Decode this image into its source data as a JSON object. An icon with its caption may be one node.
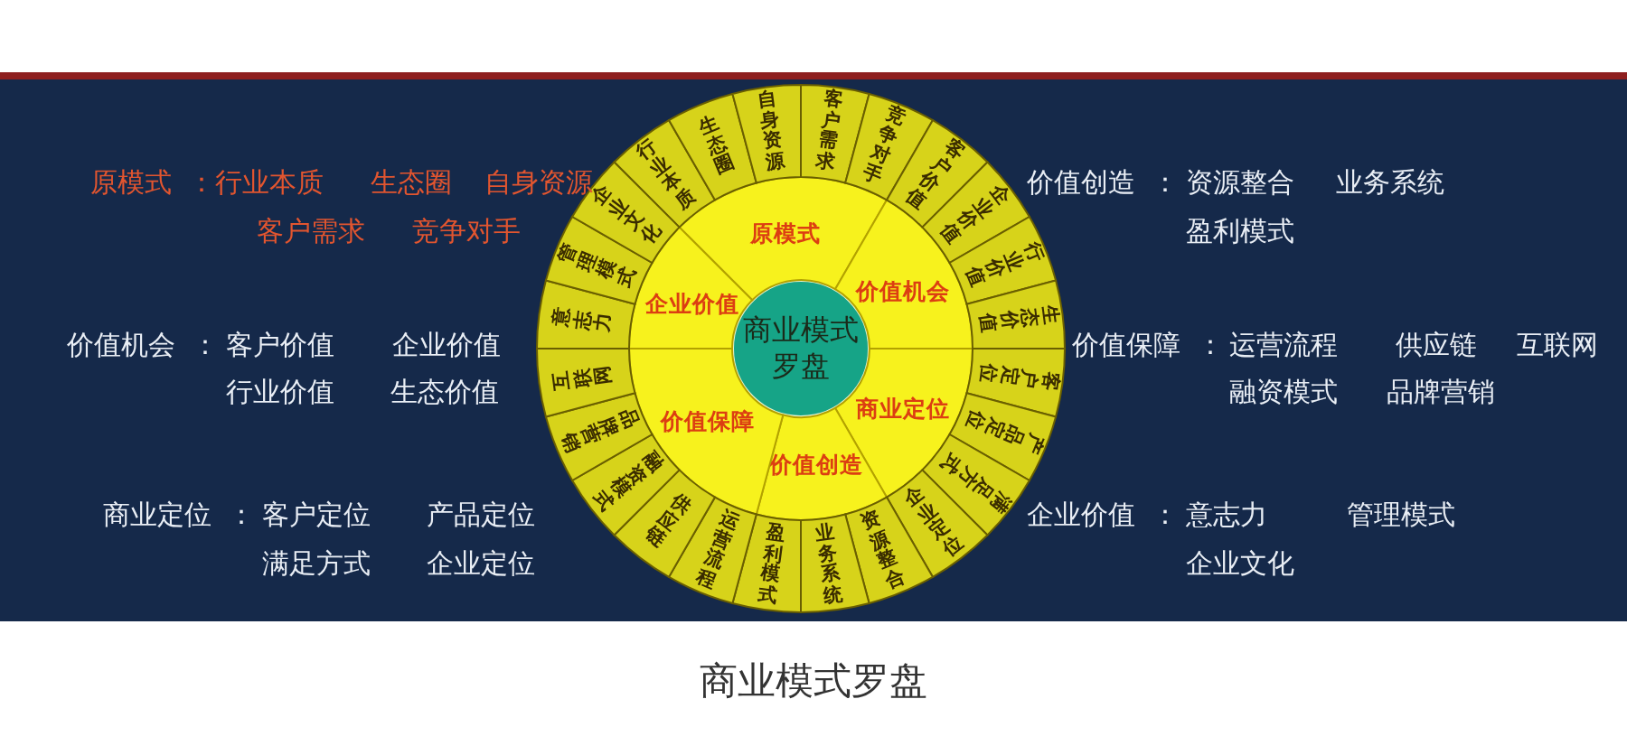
{
  "diagram": {
    "caption": "商业模式罗盘",
    "nodes": [
      {
        "text": [
          "商业模式罗盘"
        ]
      },
      {
        "text": [
          "原模式"
        ]
      },
      {
        "text": [
          "价值机会"
        ]
      },
      {
        "text": [
          "商业定位"
        ]
      },
      {
        "text": [
          "价值创造"
        ]
      },
      {
        "text": [
          "价值保障"
        ]
      },
      {
        "text": [
          "企业价值"
        ]
      },
      {
        "text": [
          "行业本质"
        ]
      },
      {
        "text": [
          "生态圈"
        ]
      },
      {
        "text": [
          "自身资源"
        ]
      },
      {
        "text": [
          "客户需求"
        ]
      },
      {
        "text": [
          "竞争对手"
        ]
      },
      {
        "text": [
          "客户价值"
        ]
      },
      {
        "text": [
          "企业价值"
        ]
      },
      {
        "text": [
          "行业价值"
        ]
      },
      {
        "text": [
          "生态价值"
        ]
      },
      {
        "text": [
          "客户定位"
        ]
      },
      {
        "text": [
          "产品定位"
        ]
      },
      {
        "text": [
          "满足方式"
        ]
      },
      {
        "text": [
          "企业定位"
        ]
      },
      {
        "text": [
          "资源整合"
        ]
      },
      {
        "text": [
          "业务系统"
        ]
      },
      {
        "text": [
          "盈利模式"
        ]
      },
      {
        "text": [
          "运营流程"
        ]
      },
      {
        "text": [
          "供应链"
        ]
      },
      {
        "text": [
          "融资模式"
        ]
      },
      {
        "text": [
          "品牌营销"
        ]
      },
      {
        "text": [
          "互联网"
        ]
      },
      {
        "text": [
          "意志力"
        ]
      },
      {
        "text": [
          "管理模式"
        ]
      },
      {
        "text": [
          "企业文化"
        ]
      }
    ],
    "labels": [
      "原模式 ：",
      "行业本质",
      "生态圈",
      "自身资源",
      "价值创造 ：",
      "资源整合",
      "业务系统",
      "客户需求",
      "竞争对手",
      "盈利模式",
      "价值机会 ：",
      "客户价值",
      "企业价值",
      "价值保障 ：",
      "运营流程",
      "供应链",
      "互联网",
      "行业价值",
      "生态价值",
      "融资模式",
      "品牌营销",
      "商业定位 ：",
      "客户定位",
      "产品定位",
      "企业价值 ：",
      "意志力",
      "管理模式",
      "满足方式",
      "企业定位",
      "企业文化"
    ]
  }
}
